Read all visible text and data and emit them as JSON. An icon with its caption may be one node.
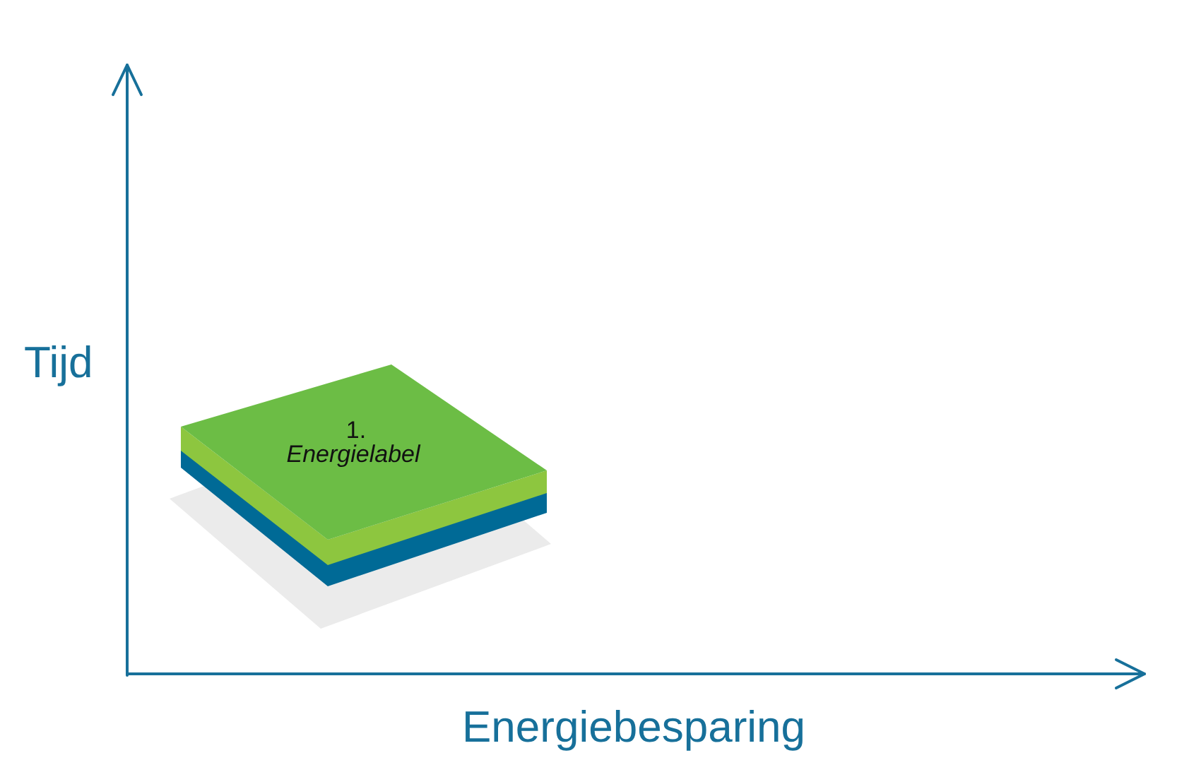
{
  "diagram": {
    "nodes": [
      {
        "text": [
          "1.",
          "Energielabel"
        ]
      }
    ],
    "labels": [
      "Tijd",
      "Energiebesparing"
    ]
  }
}
